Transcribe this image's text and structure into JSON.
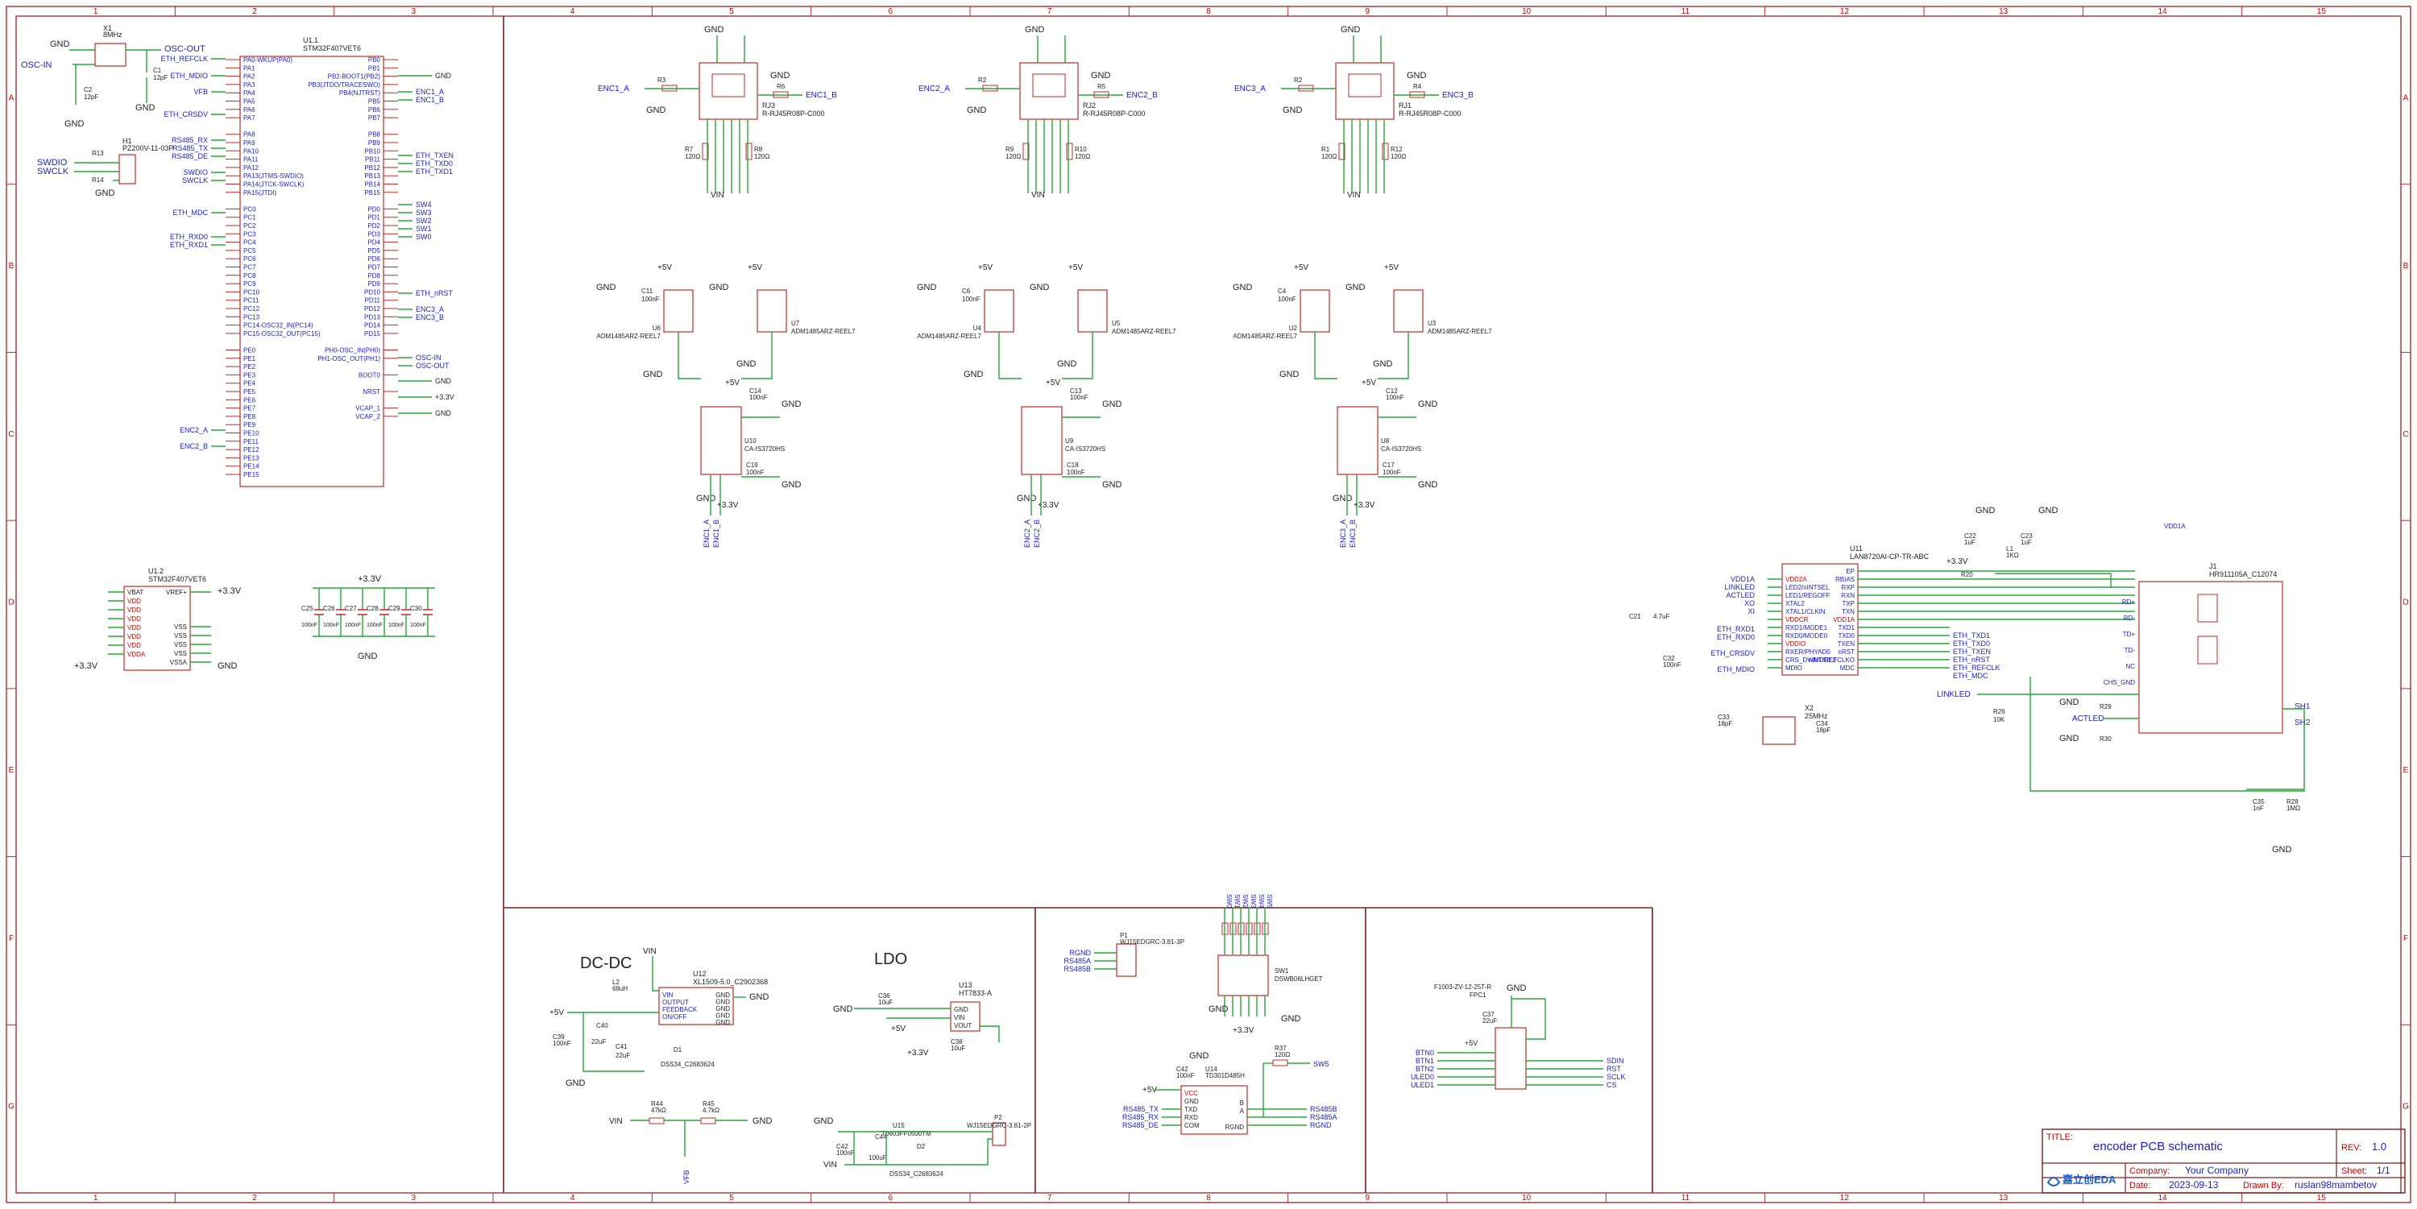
{
  "colors": {
    "frame": "#a63030",
    "wire": "#27a83a",
    "component": "#c22828",
    "net_label": "#1b1bd0",
    "pin_text": "#c80000",
    "text": "#222222"
  },
  "frame": {
    "columns": [
      "1",
      "2",
      "3",
      "4",
      "5",
      "6",
      "7",
      "8",
      "9",
      "10",
      "11",
      "12",
      "13",
      "14",
      "15"
    ],
    "rows": [
      "A",
      "B",
      "C",
      "D",
      "E",
      "F",
      "G"
    ]
  },
  "sections": {
    "dcdc": "DC-DC",
    "ldo": "LDO"
  },
  "title_block": {
    "title_label": "TITLE:",
    "title": "encoder PCB schematic",
    "rev_label": "REV:",
    "rev": "1.0",
    "company_label": "Company:",
    "company": "Your Company",
    "sheet_label": "Sheet:",
    "sheet": "1/1",
    "date_label": "Date:",
    "date": "2023-09-13",
    "drawn_label": "Drawn By:",
    "drawn": "ruslan98mambetov",
    "logo_text": "嘉立创EDA",
    "logo_icon": "easyeda-logo-icon"
  },
  "mcu": {
    "ref": "U1.1",
    "part": "STM32F407VET6",
    "left_pins": [
      "PA0-WKUP(PA0)",
      "PA1",
      "PA2",
      "PA3",
      "PA4",
      "PA5",
      "PA6",
      "PA7",
      "",
      "PA8",
      "PA9",
      "PA10",
      "PA11",
      "PA12",
      "PA13(JTMS-SWDIO)",
      "PA14(JTCK-SWCLK)",
      "PA15(JTDI)",
      "",
      "PC0",
      "PC1",
      "PC2",
      "PC3",
      "PC4",
      "PC5",
      "PC6",
      "PC7",
      "PC8",
      "PC9",
      "PC10",
      "PC11",
      "PC12",
      "PC13",
      "PC14-OSC32_IN(PC14)",
      "PC15-OSC32_OUT(PC15)",
      "",
      "PE0",
      "PE1",
      "PE2",
      "PE3",
      "PE4",
      "PE5",
      "PE6",
      "PE7",
      "PE8",
      "PE9",
      "PE10",
      "PE11",
      "PE12",
      "PE13",
      "PE14",
      "PE15"
    ],
    "right_pins": [
      "PB0",
      "PB1",
      "PB2-BOOT1(PB2)",
      "PB3(JTDO/TRACESWO)",
      "PB4(NJTRST)",
      "PB5",
      "PB6",
      "PB7",
      "",
      "PB8",
      "PB9",
      "PB10",
      "PB11",
      "PB12",
      "PB13",
      "PB14",
      "PB15",
      "",
      "PD0",
      "PD1",
      "PD2",
      "PD3",
      "PD4",
      "PD5",
      "PD6",
      "PD7",
      "PD8",
      "PD9",
      "PD10",
      "PD11",
      "PD12",
      "PD13",
      "PD14",
      "PD15",
      "",
      "PH0-OSC_IN(PH0)",
      "PH1-OSC_OUT(PH1)",
      "",
      "BOOT0",
      "",
      "NRST",
      "",
      "VCAP_1",
      "VCAP_2"
    ],
    "left_nets": [
      "ETH_REFCLK",
      "ETH_MDIO",
      "VFB",
      "ETH_CRSDV",
      "RS485_RX",
      "RS485_TX",
      "RS485_DE",
      "SWDIO",
      "SWCLK",
      "ETH_MDC",
      "ETH_RXD0",
      "ETH_RXD1",
      "ENC2_A",
      "ENC2_B"
    ],
    "right_nets": [
      "GND",
      "ENC1_A",
      "ENC1_B",
      "ETH_TXEN",
      "ETH_TXD0",
      "ETH_TXD1",
      "SW4",
      "SW3",
      "SW2",
      "SW1",
      "SW0",
      "ETH_nRST",
      "ENC3_A",
      "ENC3_B",
      "OSC-IN",
      "OSC-OUT",
      "GND",
      "+3.3V",
      "GND"
    ]
  },
  "mcu_power": {
    "ref": "U1.2",
    "part": "STM32F407VET6",
    "pins_left": [
      "VBAT",
      "VDD",
      "VDD",
      "VDD",
      "VDD",
      "VDD",
      "VDD",
      "VDDA"
    ],
    "pins_right": [
      "VREF+",
      "VSS",
      "VSS",
      "VSS",
      "VSS",
      "VSSA"
    ],
    "nets": [
      "+3.3V",
      "+3.3V",
      "GND"
    ]
  },
  "crystal": {
    "ref": "X1",
    "value": "8MHz",
    "nets": [
      "GND",
      "OSC-IN",
      "OSC-OUT",
      "GND",
      "GND"
    ],
    "caps": [
      "C1",
      "12pF",
      "C2",
      "12pF"
    ]
  },
  "swd_header": {
    "ref": "H1",
    "part": "PZ200V-11-03P",
    "nets": [
      "SWDIO",
      "SWCLK",
      "GND"
    ],
    "resistors": [
      "R13",
      "R14"
    ]
  },
  "decoupling": {
    "refs": [
      "C25",
      "C26",
      "C27",
      "C28",
      "C29",
      "C30"
    ],
    "values": [
      "100nF",
      "100nF",
      "100nF",
      "100nF",
      "100nF",
      "100nF"
    ],
    "nets": [
      "+3.3V",
      "GND"
    ]
  },
  "encoder_channels": [
    {
      "rj": "RJ3",
      "rj_part": "R-RJ45R08P-C000",
      "enc_a": "ENC1_A",
      "enc_b": "ENC1_B",
      "r_a": "R3",
      "r_b": "R6",
      "r_t1": "R7",
      "r_t1v": "120Ω",
      "r_t2": "R8",
      "r_t2v": "120Ω",
      "xcvr_a": "U6",
      "xcvr_b": "U7",
      "xcvr_part": "ADM1485ARZ-REEL7",
      "iso": "U10",
      "iso_part": "CA-IS3720HS",
      "caps": [
        "C11",
        "100nF",
        "C14",
        "100nF",
        "C19",
        "100nF"
      ],
      "nets": [
        "GND",
        "+5V",
        "VIN",
        "+3.3V"
      ]
    },
    {
      "rj": "RJ2",
      "rj_part": "R-RJ45R08P-C000",
      "enc_a": "ENC2_A",
      "enc_b": "ENC2_B",
      "r_a": "R2",
      "r_b": "R5",
      "r_t1": "R9",
      "r_t1v": "120Ω",
      "r_t2": "R10",
      "r_t2v": "120Ω",
      "xcvr_a": "U4",
      "xcvr_b": "U5",
      "xcvr_part": "ADM1485ARZ-REEL7",
      "iso": "U9",
      "iso_part": "CA-IS3720HS",
      "caps": [
        "C6",
        "100nF",
        "C13",
        "100nF",
        "C18",
        "100nF"
      ],
      "nets": [
        "GND",
        "+5V",
        "VIN",
        "+3.3V"
      ]
    },
    {
      "rj": "RJ1",
      "rj_part": "R-RJ45R08P-C000",
      "enc_a": "ENC3_A",
      "enc_b": "ENC3_B",
      "r_a": "R2",
      "r_b": "R4",
      "r_t1": "R1",
      "r_t1v": "120Ω",
      "r_t2": "R12",
      "r_t2v": "120Ω",
      "xcvr_a": "U2",
      "xcvr_b": "U3",
      "xcvr_part": "ADM1485ARZ-REEL7",
      "iso": "U8",
      "iso_part": "CA-IS3720HS",
      "caps": [
        "C4",
        "100nF",
        "C12",
        "100nF",
        "C17",
        "100nF"
      ],
      "nets": [
        "GND",
        "+5V",
        "VIN",
        "+3.3V"
      ]
    }
  ],
  "ethernet": {
    "phy_ref": "U11",
    "phy_part": "LAN8720AI-CP-TR-ABC",
    "phy_left_pins": [
      "VDD2A",
      "LED2/nINTSEL",
      "LED1/REGOFF",
      "XTAL2",
      "XTAL1/CLKIN",
      "VDDCR",
      "RXD1/MODE1",
      "RXD0/MODE0",
      "VDDIO",
      "RXER/PHYAD0",
      "CRS_DV/MODE2",
      "MDIO"
    ],
    "phy_right_pins": [
      "EP",
      "RBIAS",
      "RXP",
      "RXN",
      "TXP",
      "TXN",
      "VDD1A",
      "TXD1",
      "TXD0",
      "TXEN",
      "nRST",
      "nINT/REFCLKO",
      "MDC"
    ],
    "phy_nets": [
      "VDD1A",
      "LINKLED",
      "ACTLED",
      "XO",
      "XI",
      "ETH_RXD1",
      "ETH_RXD0",
      "ETH_CRSDV",
      "ETH_MDIO",
      "ETH_TXD1",
      "ETH_TXD0",
      "ETH_TXEN",
      "ETH_nRST",
      "ETH_REFCLK",
      "ETH_MDC",
      "+3.3V",
      "GND"
    ],
    "jack_ref": "J1",
    "jack_part": "HR911105A_C12074",
    "jack_pins": [
      "RD+",
      "RD-",
      "TD+",
      "TD-",
      "NC",
      "CHS_GND"
    ],
    "jack_nets": [
      "SH1",
      "SH2",
      "LINKLED",
      "ACTLED",
      "GND"
    ],
    "crystal_ref": "X2",
    "crystal_value": "25MHz",
    "misc": [
      "C22",
      "1uF",
      "C23",
      "1uF",
      "L1",
      "1KΩ",
      "R20",
      "R26",
      "10K",
      "C21",
      "4.7uF",
      "C32",
      "100nF",
      "C33",
      "18pF",
      "C34",
      "18pF",
      "C35",
      "1nF",
      "R28",
      "1MΩ",
      "R29",
      "R30",
      "VDD1A"
    ]
  },
  "dcdc": {
    "ref": "U12",
    "part": "XL1509-5.0_C2902368",
    "pins_left": [
      "VIN",
      "OUTPUT",
      "FEEDBACK",
      "ON/OFF"
    ],
    "pins_right": [
      "GND",
      "GND",
      "GND",
      "GND",
      "GND"
    ],
    "inductor": [
      "L2",
      "68uH"
    ],
    "diode": [
      "D1",
      "DSS34_C2683624"
    ],
    "caps": [
      "C39",
      "100nF",
      "C40",
      "22uF",
      "C41",
      "22uF"
    ],
    "nets": [
      "VIN",
      "+5V",
      "GND"
    ],
    "divider": [
      "R44",
      "47kΩ",
      "R45",
      "4.7kΩ",
      "VIN",
      "GND",
      "VFB"
    ]
  },
  "ldo": {
    "ref": "U13",
    "part": "HT7833-A",
    "pins": [
      "GND",
      "VIN",
      "VOUT"
    ],
    "caps": [
      "C36",
      "10uF",
      "C38",
      "10uF"
    ],
    "nets": [
      "GND",
      "+5V",
      "+3.3V"
    ]
  },
  "power_input": {
    "conn": "P2",
    "conn_part": "WJ15EDGRC-3.81-2P",
    "fuse": [
      "U15",
      "T0603FF0500TM"
    ],
    "diode": [
      "D2",
      "DSS34_C2683624"
    ],
    "caps": [
      "C42",
      "100nF",
      "C44",
      "100uF"
    ],
    "nets": [
      "GND",
      "VIN"
    ]
  },
  "rs485": {
    "conn": "P1",
    "conn_part": "WJ15EDGRC-3.81-3P",
    "conn_nets": [
      "RGND",
      "RS485A",
      "RS485B"
    ],
    "xcvr": "U14",
    "xcvr_part": "TD301D485H",
    "pins_left": [
      "VCC",
      "GND",
      "TXD",
      "RXD",
      "COM"
    ],
    "pins_right": [
      "B",
      "A",
      "RGND"
    ],
    "nets": [
      "+5V",
      "GND",
      "RS485_TX",
      "RS485_RX",
      "RS485_DE",
      "RS485B",
      "RS485A",
      "RGND"
    ],
    "cap": [
      "C42",
      "100nF"
    ],
    "res": [
      "R37",
      "120Ω"
    ],
    "sw_label": "SW5"
  },
  "dip_switch": {
    "ref": "SW1",
    "part": "DSWB06LHGET",
    "nets": [
      "SW0",
      "SW1",
      "SW2",
      "SW3",
      "SW4",
      "SW5",
      "GND",
      "+3.3V"
    ]
  },
  "fpc": {
    "ref": "FPC1",
    "part": "F1003-ZV-12-25T-R",
    "cap": [
      "C37",
      "22uF"
    ],
    "left_nets": [
      "BTN0",
      "BTN1",
      "BTN2",
      "ULED0",
      "ULED1"
    ],
    "right_nets": [
      "SDIN",
      "RST",
      "SCLK",
      "CS"
    ],
    "nets": [
      "GND",
      "+5V"
    ]
  }
}
